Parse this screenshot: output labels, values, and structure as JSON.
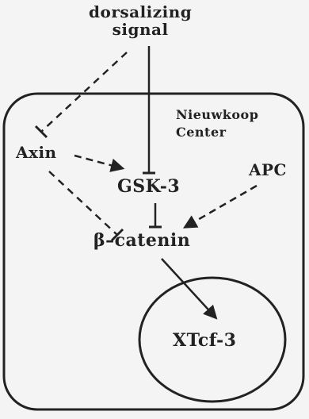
{
  "labels": {
    "signal_line1": "dorsalizing",
    "signal_line2": "signal",
    "center_line1": "Nieuwkoop",
    "center_line2": "Center",
    "axin": "Axin",
    "gsk3": "GSK-3",
    "apc": "APC",
    "beta_catenin": "β–catenin",
    "xtcf3": "XTcf-3"
  },
  "colors": {
    "ink": "#222222",
    "background": "#f4f4f4"
  }
}
